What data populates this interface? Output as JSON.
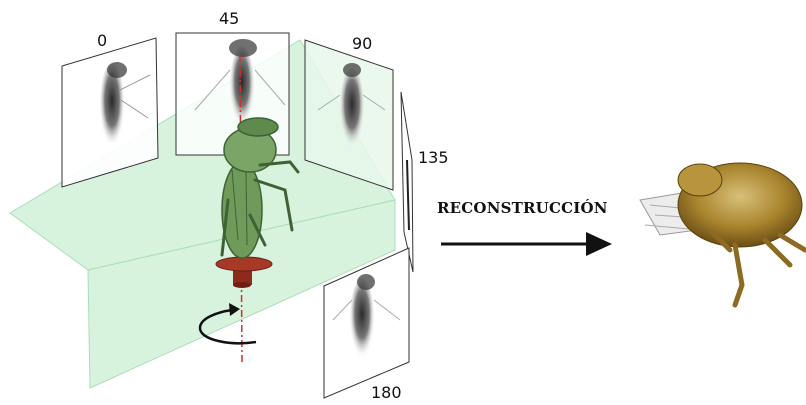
{
  "diagram": {
    "projection_angles": [
      "0",
      "45",
      "90",
      "135",
      "180"
    ],
    "arrow_label": "RECONSTRUCCIÓN",
    "icons": {
      "rotation": "curved-rotation-arrow-icon",
      "insect_model": "insect-3d-model-icon",
      "reconstruction": "reconstructed-insect-icon"
    },
    "colors": {
      "plane_fill": "#c9efd2",
      "plane_edge": "#a8dfb5",
      "model_green": "#6f9a5a",
      "model_dark": "#3f6235",
      "stand": "#8e2a1c",
      "axis": "#d0302a",
      "recon_body": "#a8842c",
      "recon_light": "#d8c07a"
    }
  }
}
